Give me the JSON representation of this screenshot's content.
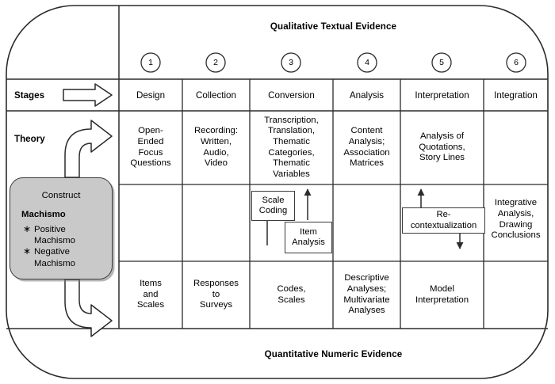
{
  "diagram": {
    "title_top": "Qualitative Textual Evidence",
    "title_bottom": "Quantitative Numeric Evidence",
    "row_labels": {
      "stages": "Stages",
      "theory": "Theory"
    },
    "stage_numbers": [
      "1",
      "2",
      "3",
      "4",
      "5",
      "6"
    ],
    "stage_names": [
      "Design",
      "Collection",
      "Conversion",
      "Analysis",
      "Interpretation",
      "Integration"
    ],
    "construct_box": {
      "kicker": "Construct",
      "title": "Machismo",
      "items": [
        "Positive\nMachismo",
        "Negative\nMachismo"
      ],
      "fill": "#c9c9c9",
      "stroke": "#3b3b3b"
    },
    "qualitative_row": [
      "Open-\nEnded\nFocus\nQuestions",
      "Recording:\nWritten,\nAudio,\nVideo",
      "Transcription,\nTranslation,\nThematic\nCategories,\nThematic\nVariables",
      "Content\nAnalysis;\nAssociation\nMatrices",
      "Analysis of\nQuotations,\nStory Lines",
      ""
    ],
    "quantitative_row": [
      "Items\nand\nScales",
      "Responses\nto\nSurveys",
      "Codes,\nScales",
      "Descriptive\nAnalyses;\nMultivariate\nAnalyses",
      "Model\nInterpretation",
      ""
    ],
    "integration_cell": "Integrative\nAnalysis,\nDrawing\nConclusions",
    "middle_boxes": [
      {
        "id": "scale-coding",
        "label": "Scale\nCoding"
      },
      {
        "id": "item-analysis",
        "label": "Item\nAnalysis"
      },
      {
        "id": "recontextualization",
        "label": "Re-\ncontextualization"
      }
    ],
    "colors": {
      "line": "#2b2b2b",
      "background": "#ffffff",
      "text": "#000000"
    }
  }
}
